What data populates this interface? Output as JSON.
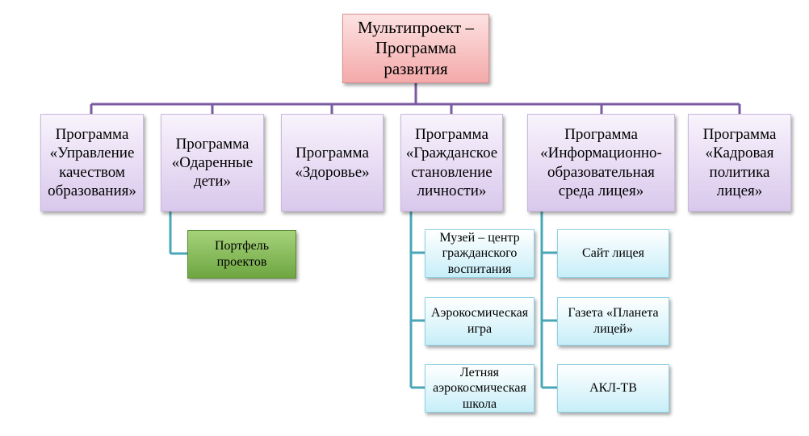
{
  "root": {
    "label": "Мультипроект –\nПрограмма\nразвития"
  },
  "programs": [
    {
      "label": "Программа\n«Управление\nкачеством\nобразования»"
    },
    {
      "label": "Программа\n«Одаренные\nдети»"
    },
    {
      "label": "Программа\n«Здоровье»"
    },
    {
      "label": "Программа\n«Гражданское\nстановление\nличности»"
    },
    {
      "label": "Программа\n«Информационно-\nобразовательная\nсреда лицея»"
    },
    {
      "label": "Программа\n«Кадровая\nполитика\nлицея»"
    }
  ],
  "gifted_children": {
    "children": [
      {
        "label": "Портфель\nпроектов"
      }
    ]
  },
  "civic": {
    "children": [
      {
        "label": "Музей – центр\nгражданского\nвоспитания"
      },
      {
        "label": "Аэрокосмическая\nигра"
      },
      {
        "label": "Летняя\nаэрокосмическая\nшкола"
      }
    ]
  },
  "info": {
    "children": [
      {
        "label": "Сайт лицея"
      },
      {
        "label": "Газета «Планета\nлицей»"
      },
      {
        "label": "АКЛ-ТВ"
      }
    ]
  },
  "colors": {
    "root_fill": "#f4a9a9",
    "program_fill": "#d9c8ec",
    "green_fill": "#6ea642",
    "sub_fill": "#c7eef8",
    "purple_connector": "#7a5aa0",
    "teal_connector": "#4aa7b8"
  }
}
